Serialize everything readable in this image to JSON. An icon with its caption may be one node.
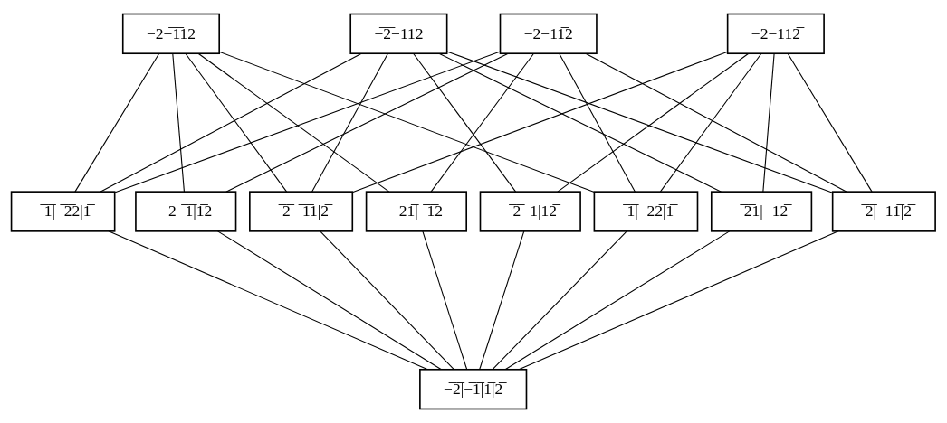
{
  "diagram": {
    "nodes": [
      {
        "text": [
          "−̅2̅−112"
        ]
      },
      {
        "text": [
          "−2−̅1̅12"
        ]
      },
      {
        "text": [
          "−2−11̅2"
        ]
      },
      {
        "text": [
          "−2−112̅"
        ]
      },
      {
        "text": [
          "−̅1̅|−̅2̅2|1̅"
        ]
      },
      {
        "text": [
          "−̅2̅|−̅1̅1|2̅"
        ]
      },
      {
        "text": [
          "−̅2̅−1|12̅"
        ]
      },
      {
        "text": [
          "−2−̅1̅|1̅2"
        ]
      },
      {
        "text": [
          "−21̅|−̅1̅2"
        ]
      },
      {
        "text": [
          "−̅2̅1|−12̅"
        ]
      },
      {
        "text": [
          "−̅1̅|−22̅|1̅"
        ]
      },
      {
        "text": [
          "−̅2̅|−11̅|2̅"
        ]
      },
      {
        "text": [
          "−̅2̅|−̅1̅|1̅|2̅"
        ]
      }
    ],
    "edges": [
      {
        "from": 0,
        "to": 4,
        "arrow": "none"
      },
      {
        "from": 0,
        "to": 5,
        "arrow": "none"
      },
      {
        "from": 0,
        "to": 6,
        "arrow": "none"
      },
      {
        "from": 0,
        "to": 9,
        "arrow": "none"
      },
      {
        "from": 0,
        "to": 11,
        "arrow": "none"
      },
      {
        "from": 1,
        "to": 4,
        "arrow": "none"
      },
      {
        "from": 1,
        "to": 5,
        "arrow": "none"
      },
      {
        "from": 1,
        "to": 7,
        "arrow": "none"
      },
      {
        "from": 1,
        "to": 8,
        "arrow": "none"
      },
      {
        "from": 1,
        "to": 10,
        "arrow": "none"
      },
      {
        "from": 2,
        "to": 4,
        "arrow": "none"
      },
      {
        "from": 2,
        "to": 7,
        "arrow": "none"
      },
      {
        "from": 2,
        "to": 8,
        "arrow": "none"
      },
      {
        "from": 2,
        "to": 10,
        "arrow": "none"
      },
      {
        "from": 2,
        "to": 11,
        "arrow": "none"
      },
      {
        "from": 3,
        "to": 5,
        "arrow": "none"
      },
      {
        "from": 3,
        "to": 6,
        "arrow": "none"
      },
      {
        "from": 3,
        "to": 9,
        "arrow": "none"
      },
      {
        "from": 3,
        "to": 10,
        "arrow": "none"
      },
      {
        "from": 3,
        "to": 11,
        "arrow": "none"
      },
      {
        "from": 4,
        "to": 12,
        "arrow": "none"
      },
      {
        "from": 5,
        "to": 12,
        "arrow": "none"
      },
      {
        "from": 6,
        "to": 12,
        "arrow": "none"
      },
      {
        "from": 7,
        "to": 12,
        "arrow": "none"
      },
      {
        "from": 8,
        "to": 12,
        "arrow": "none"
      },
      {
        "from": 9,
        "to": 12,
        "arrow": "none"
      },
      {
        "from": 10,
        "to": 12,
        "arrow": "none"
      },
      {
        "from": 11,
        "to": 12,
        "arrow": "none"
      }
    ]
  }
}
